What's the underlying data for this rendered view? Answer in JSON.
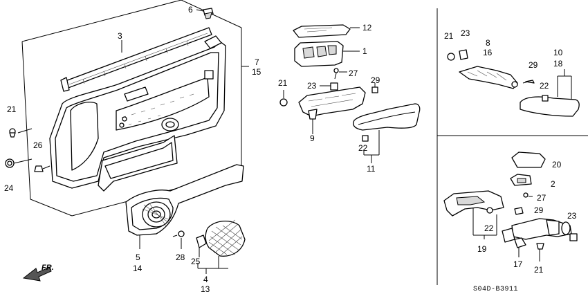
{
  "callouts": [
    "1",
    "2",
    "3",
    "4",
    "5",
    "6",
    "7",
    "8",
    "9",
    "10",
    "11",
    "12",
    "13",
    "14",
    "15",
    "16",
    "17",
    "18",
    "19",
    "20",
    "21",
    "22",
    "23",
    "24",
    "25",
    "26",
    "27",
    "28",
    "29"
  ],
  "direction_label": "FR.",
  "diagram_code": "S04D-B3911",
  "colors": {
    "line": "#000000",
    "background": "#ffffff",
    "shade": "#d9d9d9"
  }
}
